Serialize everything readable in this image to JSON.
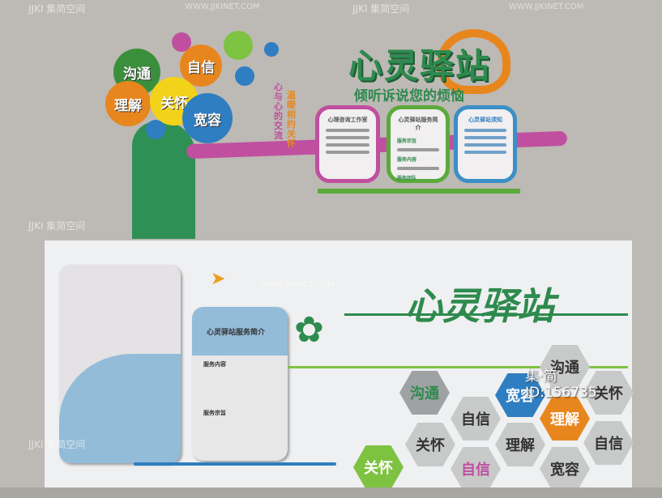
{
  "top_wall": {
    "title": "心灵驿站",
    "subtitle": "倾听诉说您的烦恼",
    "tree_bubbles": [
      "沟通",
      "自信",
      "理解",
      "关怀",
      "宽容"
    ],
    "vertical_slogans": [
      "心与心的交流",
      "温暖相约关怀"
    ],
    "cards": [
      {
        "title": "心理咨询工作室",
        "color": "#b84f9a"
      },
      {
        "title": "心灵驿站服务简介",
        "color": "#5aaa3c",
        "sections": [
          "服务宗旨",
          "服务内容",
          "服务团队"
        ]
      },
      {
        "title": "心灵驿站须知",
        "color": "#3a8fc7"
      }
    ]
  },
  "bottom_wall": {
    "title": "心灵驿站",
    "doc_card_title": "心灵驿站服务简介",
    "doc_card_sections": [
      "服务内容",
      "服务宗旨"
    ],
    "hexagons": [
      "沟通",
      "宽容",
      "沟通",
      "关怀",
      "自信",
      "理解",
      "关怀",
      "理解",
      "自信",
      "关怀",
      "自信",
      "宽容"
    ]
  },
  "watermarks": {
    "brand": "JJKI 集简空间",
    "url": "WWW.JJKINET.COM",
    "id_label": "集·简",
    "id": "ID:156735"
  },
  "colors": {
    "green": "#2e8a4e",
    "orange": "#e8861e",
    "blue": "#2f7ec2",
    "pink": "#c44f9f",
    "lightgreen": "#7ec242"
  }
}
